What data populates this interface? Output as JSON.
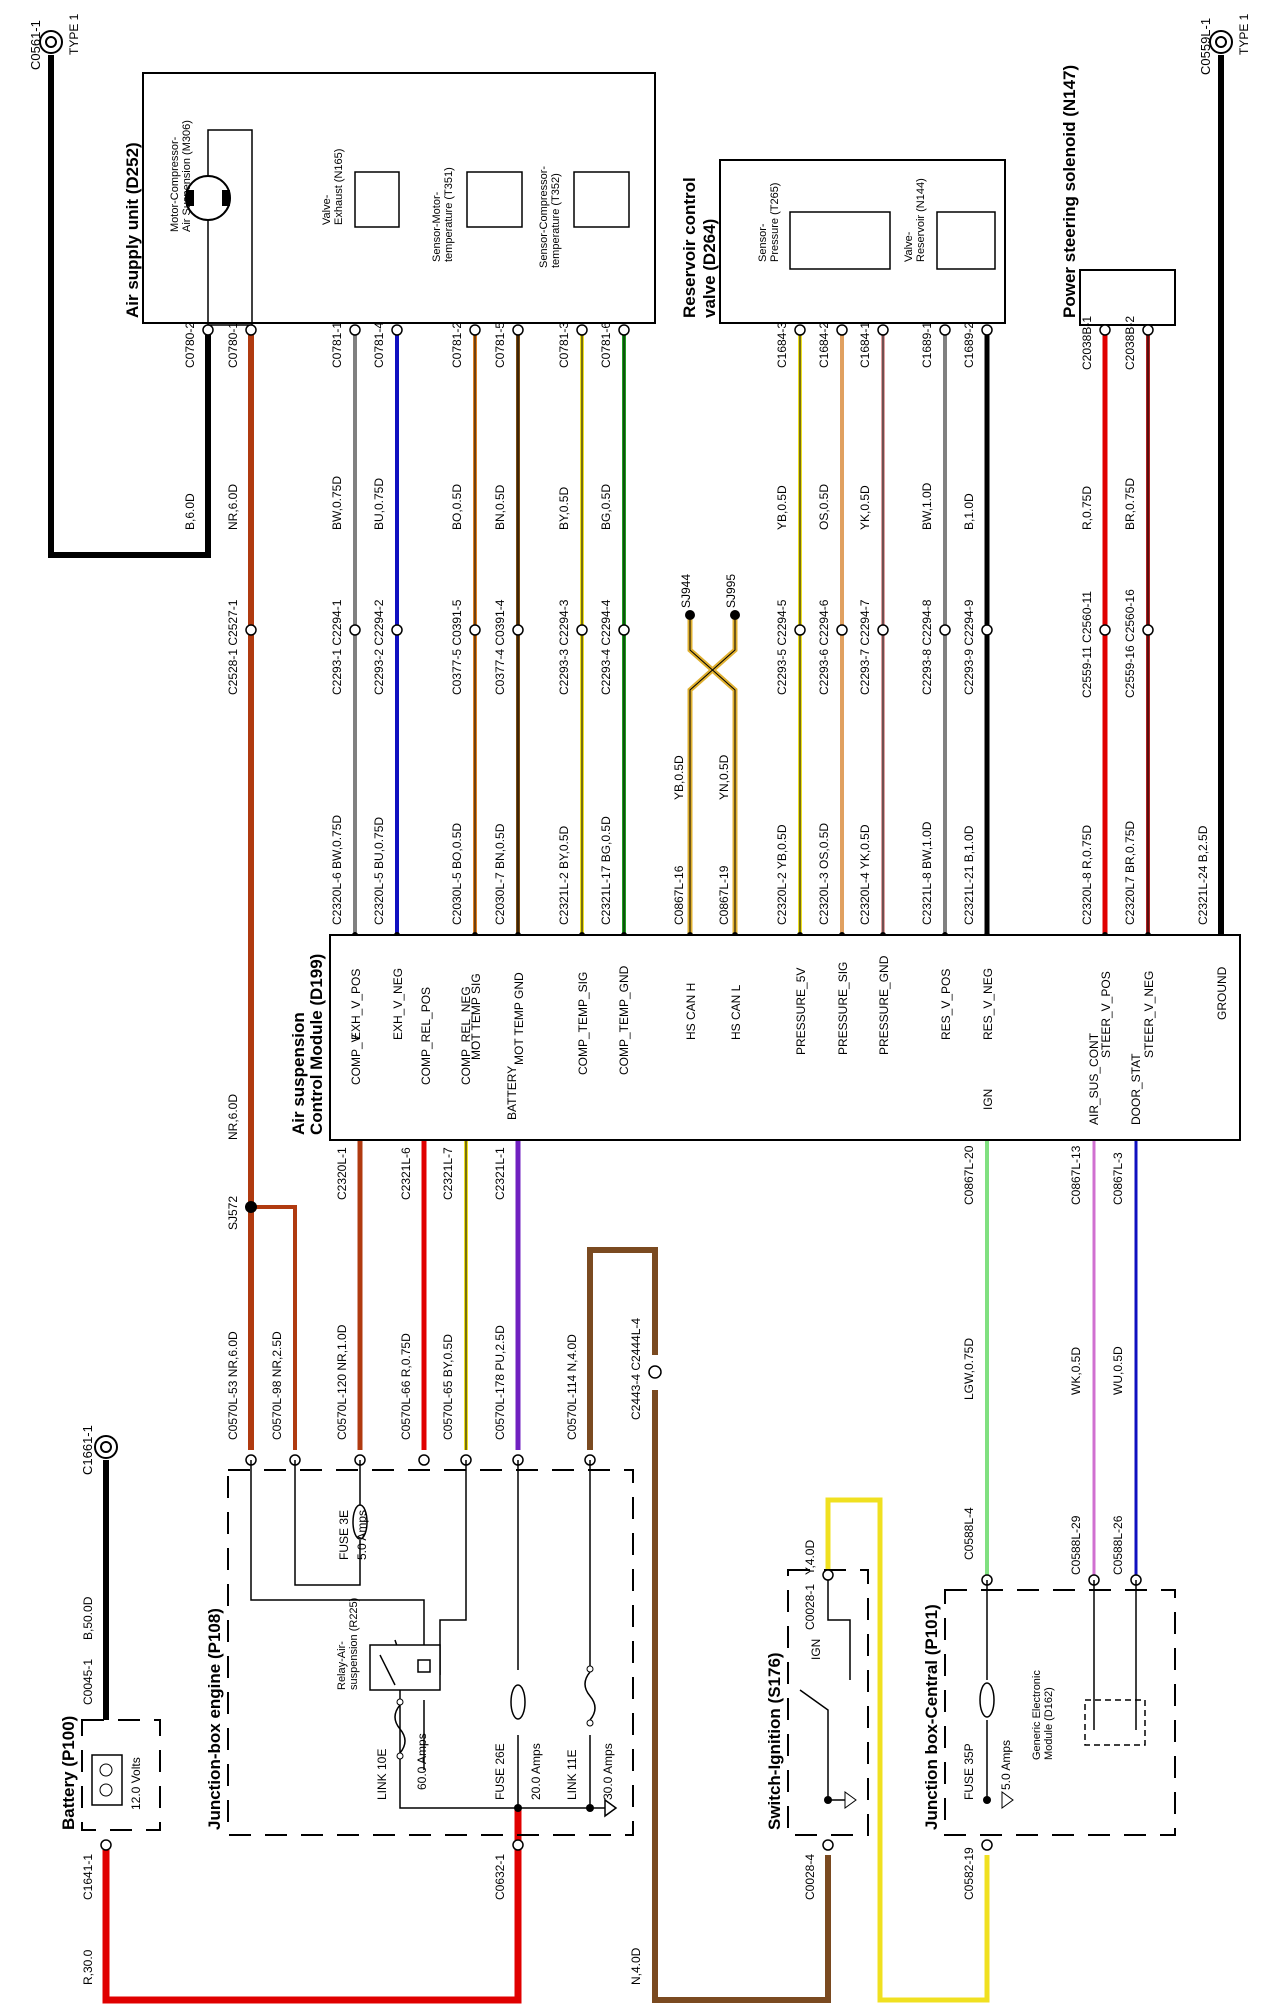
{
  "grounds": {
    "top_left": {
      "ref": "C0561-1",
      "type": "TYPE 1"
    },
    "top_right": {
      "ref": "C0559L-1",
      "type": "TYPE 1"
    },
    "battery_ground": {
      "ref": "C1661-1"
    }
  },
  "components": {
    "air_supply_unit": "Air supply unit (D252)",
    "motor_compressor": [
      "Motor-Compressor-",
      "Air Suspension (M306)"
    ],
    "valve_exhaust": [
      "Valve-",
      "Exhaust (N165)"
    ],
    "sensor_motor_temp": [
      "Sensor-Motor-",
      "temperature (T351)"
    ],
    "sensor_compressor_temp": [
      "Sensor-Compressor-",
      "temperature (T352)"
    ],
    "reservoir_control_valve": [
      "Reservoir control",
      "valve (D264)"
    ],
    "sensor_pressure": [
      "Sensor-",
      "Pressure (T265)"
    ],
    "valve_reservoir": [
      "Valve-",
      "Reservoir (N144)"
    ],
    "power_steering_solenoid": "Power steering solenoid (N147)",
    "control_module": [
      "Air suspension",
      "Control Module (D199)"
    ],
    "junction_box_engine": "Junction-box engine (P108)",
    "battery": "Battery (P100)",
    "battery_voltage": "12.0 Volts",
    "relay_air_suspension": [
      "Relay-Air-",
      "suspension (R225)"
    ],
    "switch_ignition": "Switch-Ignition (S176)",
    "ign_label": "IGN",
    "junction_box_central": "Junction box-Central (P101)",
    "generic_electronic_module": [
      "Generic Electronic",
      "Module (D162)"
    ]
  },
  "fuses": {
    "fuse_3e": [
      "FUSE 3E",
      "5.0 Amps"
    ],
    "link_10e": [
      "LINK 10E",
      "60.0 Amps"
    ],
    "fuse_26e": [
      "FUSE 26E",
      "20.0 Amps"
    ],
    "link_11e": [
      "LINK 11E",
      "30.0 Amps"
    ],
    "fuse_35p": [
      "FUSE 35P",
      "5.0 Amps"
    ]
  },
  "splices": {
    "sj572": "SJ572",
    "sj944": "SJ944",
    "sj995": "SJ995"
  },
  "module_pins": [
    "COMP_V",
    "EXH_V_POS",
    "EXH_V_NEG",
    "COMP_REL_POS",
    "COMP_REL_NEG",
    "MOT TEMP SIG",
    "BATTERY",
    "MOT TEMP GND",
    "COMP_TEMP_SIG",
    "COMP_TEMP_GND",
    "HS CAN H",
    "HS CAN L",
    "PRESSURE_5V",
    "PRESSURE_SIG",
    "PRESSURE_GND",
    "RES_V_POS",
    "RES_V_NEG",
    "IGN",
    "STEER_V_POS",
    "AIR_SUS_CONT",
    "STEER_V_NEG",
    "DOOR_STAT",
    "GROUND"
  ],
  "connectors_top": [
    "C0780-2",
    "C0780-1",
    "C0781-1",
    "C0781-4",
    "C0781-2",
    "C0781-5",
    "C0781-3",
    "C0781-6",
    "C1684-3",
    "C1684-2",
    "C1684-1",
    "C1689-1",
    "C1689-2",
    "C2038B-1",
    "C2038B-2"
  ],
  "wires_upper": [
    "B,6.0D",
    "NR,6.0D",
    "BW,0.75D",
    "BU,0.75D",
    "BO,0.5D",
    "BN,0.5D",
    "BY,0.5D",
    "BG,0.5D",
    "YB,0.5D",
    "OS,0.5D",
    "YK,0.5D",
    "BW,1.0D",
    "B,1.0D",
    "R,0.75D",
    "BR,0.75D"
  ],
  "connectors_mid": [
    "C2528-1 C2527-1",
    "C2293-1 C2294-1",
    "C2293-2 C2294-2",
    "C0377-5 C0391-5",
    "C0377-4 C0391-4",
    "C2293-3 C2294-3",
    "C2293-4 C2294-4",
    "C2293-5 C2294-5",
    "C2293-6 C2294-6",
    "C2293-7 C2294-7",
    "C2293-8 C2294-8",
    "C2293-9 C2294-9",
    "C2559-11 C2560-11",
    "C2559-16 C2560-16"
  ],
  "wires_lower": [
    "C2320L-6 BW,0.75D",
    "C2320L-5 BU,0.75D",
    "C2030L-5 BO,0.5D",
    "C2030L-7 BN,0.5D",
    "C2321L-2 BY,0.5D",
    "C2321L-17 BG,0.5D",
    "C0867L-16",
    "YB,0.5D",
    "C0867L-19",
    "YN,0.5D",
    "C2320L-2 YB,0.5D",
    "C2320L-3 OS,0.5D",
    "C2320L-4 YK,0.5D",
    "C2321L-8 BW,1.0D",
    "C2321L-21 B,1.0D",
    "C2320L-8 R,0.75D",
    "C2320L7 BR,0.75D",
    "C2321L-24 B,2.5D"
  ],
  "lower_connectors": [
    "C2320L-1",
    "C2321L-6",
    "C2321L-7",
    "C2321L-1",
    "C0867L-20",
    "C0867L-13",
    "C0867L-3"
  ],
  "lower_wires": [
    "C0570L-53 NR,6.0D",
    "C0570L-98 NR,2.5D",
    "C0570L-120 NR,1.0D",
    "C0570L-66 R,0.75D",
    "C0570L-65 BY,0.5D",
    "C0570L-178 PU,2.5D",
    "C0570L-114 N,4.0D",
    "C2443-4 C2444L-4",
    "LGW,0.75D",
    "C0588L-4",
    "WK,0.5D",
    "C0588L-29",
    "WU,0.5D",
    "C0588L-26",
    "NR,6.0D"
  ],
  "bottom_labels": [
    "B,50.0D",
    "C0045-1",
    "C1641-1",
    "R,30.0",
    "C0632-1",
    "N,4.0D",
    "C0028-4",
    "C0028-1",
    "Y,4.0D",
    "C0582-19"
  ],
  "colors": {
    "black": "#000000",
    "red": "#e00000",
    "nr": "#b03a10",
    "blue": "#1010c0",
    "orange": "#e08020",
    "brown": "#7a4a10",
    "yellow": "#f0e020",
    "green": "#20a020",
    "tan": "#e0a060",
    "pink": "#e0a0a0",
    "lightgreen": "#80e080",
    "purple": "#7020c0",
    "violet": "#d070d0",
    "darkbrown": "#7a4a20"
  }
}
